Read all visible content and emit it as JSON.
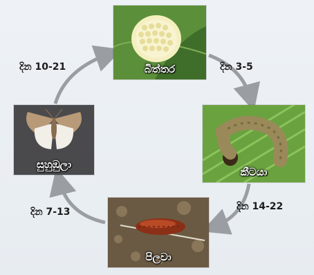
{
  "stages": {
    "egg": {
      "label": "බිත්තර",
      "icon": "egg-cluster-photo"
    },
    "larva": {
      "label": "කීටයා",
      "icon": "caterpillar-photo"
    },
    "pupa": {
      "label": "පිලවා",
      "icon": "pupa-photo"
    },
    "adult": {
      "label": "සුහුඹුලා",
      "icon": "moth-photo"
    }
  },
  "durations": {
    "adult_to_egg": "දින 10-21",
    "egg_to_larva": "දින 3-5",
    "larva_to_pupa": "දින 14-22",
    "pupa_to_adult": "දින 7-13"
  },
  "colors": {
    "arrow": "#9a9ea3",
    "background": "#eaeef2"
  }
}
